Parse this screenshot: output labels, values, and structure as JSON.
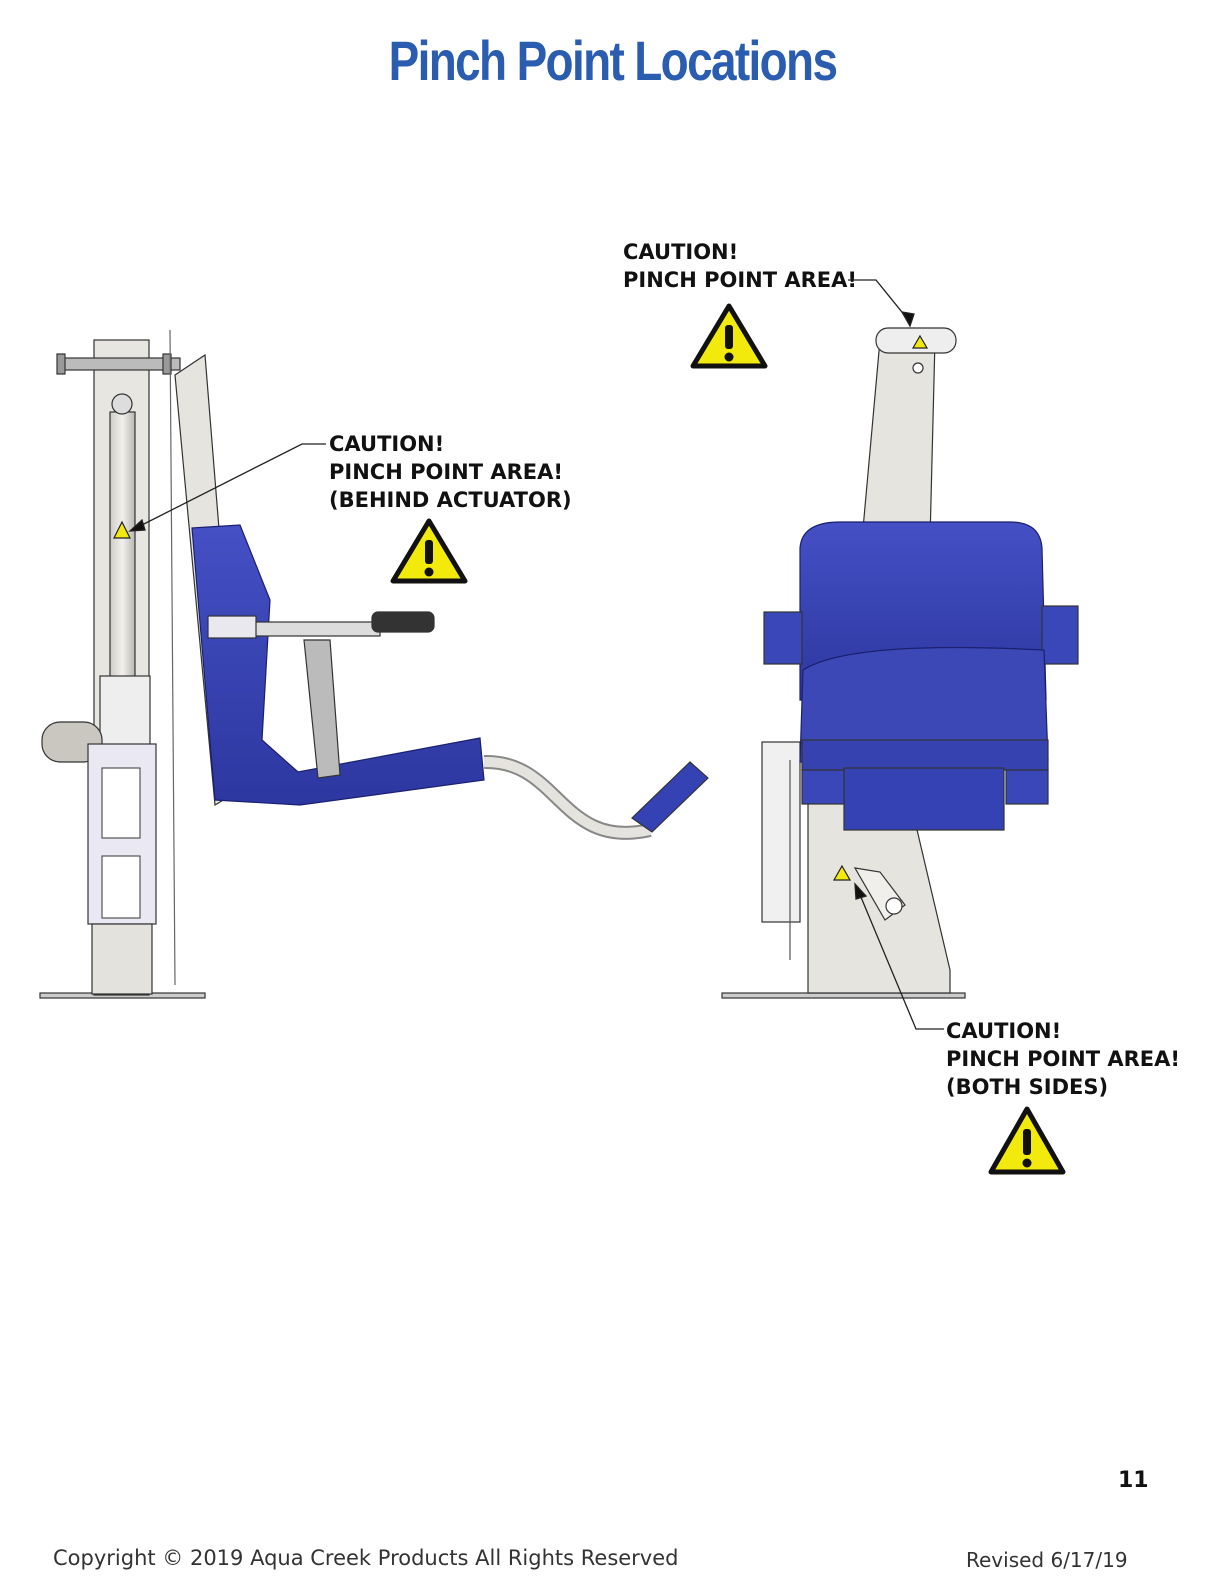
{
  "page": {
    "title": "Pinch Point Locations",
    "page_number": "11",
    "copyright": "Copyright © 2019 Aqua Creek Products All Rights Reserved",
    "revised": "Revised 6/17/19"
  },
  "callouts": {
    "top": {
      "line1": "CAUTION!",
      "line2": "PINCH POINT AREA!"
    },
    "actuator": {
      "line1": "CAUTION!",
      "line2": "PINCH POINT AREA!",
      "line3": "(BEHIND ACTUATOR)"
    },
    "bottom": {
      "line1": "CAUTION!",
      "line2": "PINCH POINT AREA!",
      "line3": "(BOTH SIDES)"
    }
  },
  "colors": {
    "title": "#2a5db0",
    "seat_blue": "#3a47b8",
    "frame": "#e4e2dc",
    "warning_yellow": "#f2ea0c"
  },
  "icons": [
    "warning-triangle-icon"
  ]
}
